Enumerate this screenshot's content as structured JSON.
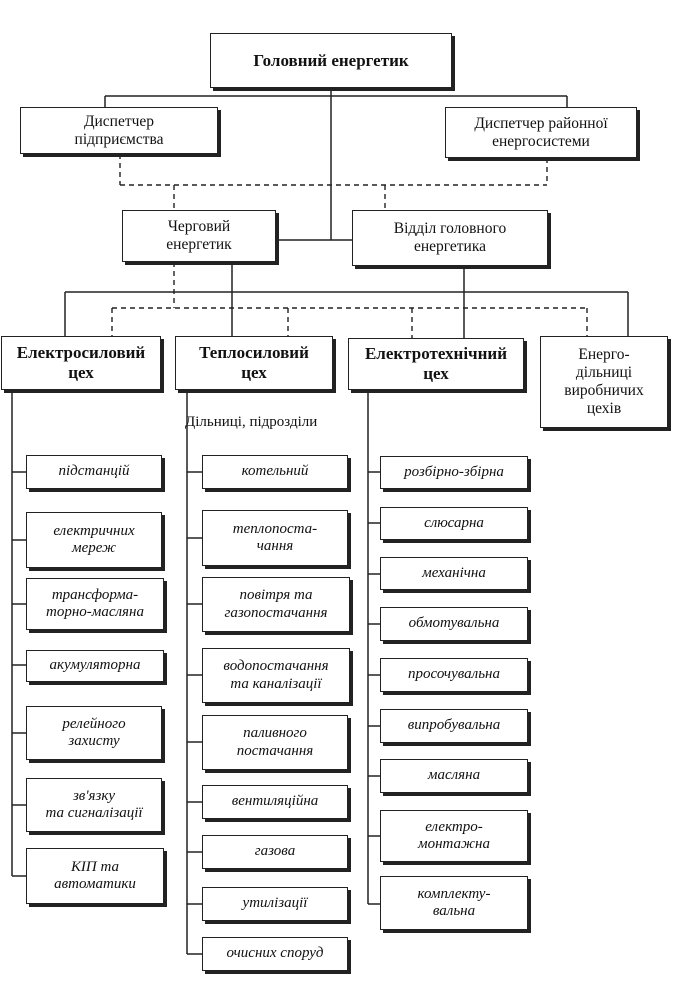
{
  "top": {
    "chief": "Головний енергетик"
  },
  "dispatchers": {
    "enterprise": "Диспетчер\nпідприємства",
    "regional": "Диспетчер районної\nенергосистеми"
  },
  "mid": {
    "duty": "Черговий\nенергетик",
    "department": "Відділ головного\nенергетика"
  },
  "shops": {
    "power": "Електросиловий\nцех",
    "heat": "Теплосиловий\nцех",
    "electrotech": "Електротехнічний\nцех",
    "energy_sections": "Енерго-\nдільниці\nвиробничих\nцехів"
  },
  "subdivisions_label": "Дільниці, підрозділи",
  "power_units": [
    "підстанцій",
    "електричних\nмереж",
    "трансформа-\nторно-масляна",
    "акумуляторна",
    "релейного\nзахисту",
    "зв'язку\nта сигналізації",
    "КІП та\nавтоматики"
  ],
  "heat_units": [
    "котельний",
    "теплопоста-\nчання",
    "повітря та\nгазопостачання",
    "водопостачання\nта каналізації",
    "паливного\nпостачання",
    "вентиляційна",
    "газова",
    "утилізації",
    "очисних споруд"
  ],
  "electrotech_units": [
    "розбірно-збірна",
    "слюсарна",
    "механічна",
    "обмотувальна",
    "просочувальна",
    "випробувальна",
    "масляна",
    "електро-\nмонтажна",
    "комплекту-\nвальна"
  ]
}
